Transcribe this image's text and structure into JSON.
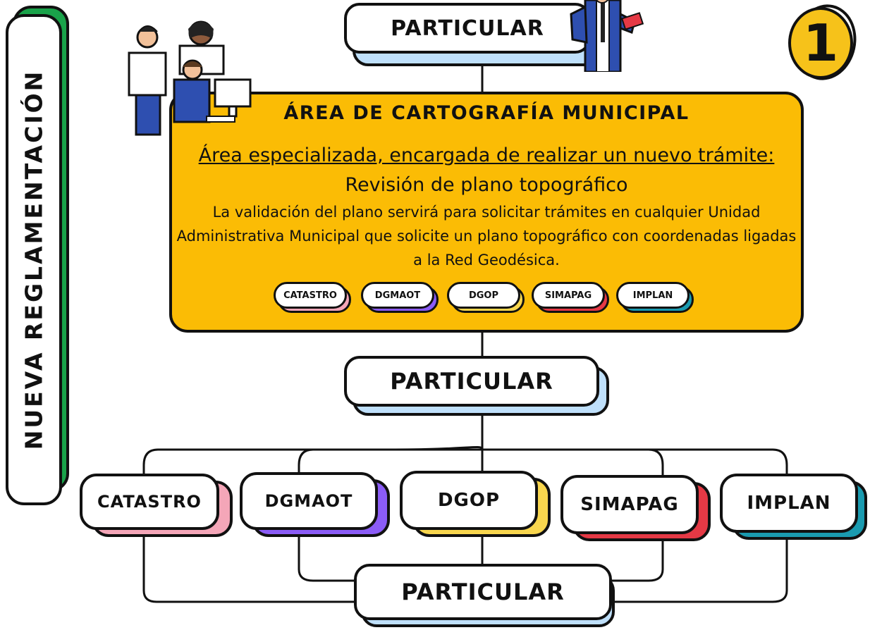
{
  "vertical_title": "NUEVA REGLAMENTACIÓN",
  "step_number": "1",
  "top_node": {
    "label": "PARTICULAR"
  },
  "area": {
    "title": "ÁREA DE CARTOGRAFÍA MUNICIPAL",
    "subtitle_underlined": "Área especializada, encargada de realizar un nuevo trámite:",
    "subtitle_rest": "Revisión de plano topográfico",
    "description": "La validación del plano servirá para solicitar trámites en cualquier Unidad Administrativa Municipal que solicite un plano topográfico con coordenadas ligadas a la Red Geodésica.",
    "chips": [
      {
        "label": "CATASTRO",
        "color": "#f4a6b8"
      },
      {
        "label": "DGMAOT",
        "color": "#8b5cf6"
      },
      {
        "label": "DGOP",
        "color": "#f8d64e"
      },
      {
        "label": "SIMAPAG",
        "color": "#e53945"
      },
      {
        "label": "IMPLAN",
        "color": "#1a9bb0"
      }
    ]
  },
  "middle_node": {
    "label": "PARTICULAR"
  },
  "departments": [
    {
      "label": "CATASTRO",
      "color": "#f4a6b8"
    },
    {
      "label": "DGMAOT",
      "color": "#8b5cf6"
    },
    {
      "label": "DGOP",
      "color": "#f8d64e"
    },
    {
      "label": "SIMAPAG",
      "color": "#e53945"
    },
    {
      "label": "IMPLAN",
      "color": "#1a9bb0"
    }
  ],
  "bottom_node": {
    "label": "PARTICULAR"
  },
  "colors": {
    "accent_yellow": "#fbbc05",
    "shadow_blue": "#bfe0fb",
    "title_green": "#1aa34a",
    "outline": "#111111"
  },
  "icons": [
    "people-at-computer-illustration",
    "presenter-man-illustration"
  ]
}
